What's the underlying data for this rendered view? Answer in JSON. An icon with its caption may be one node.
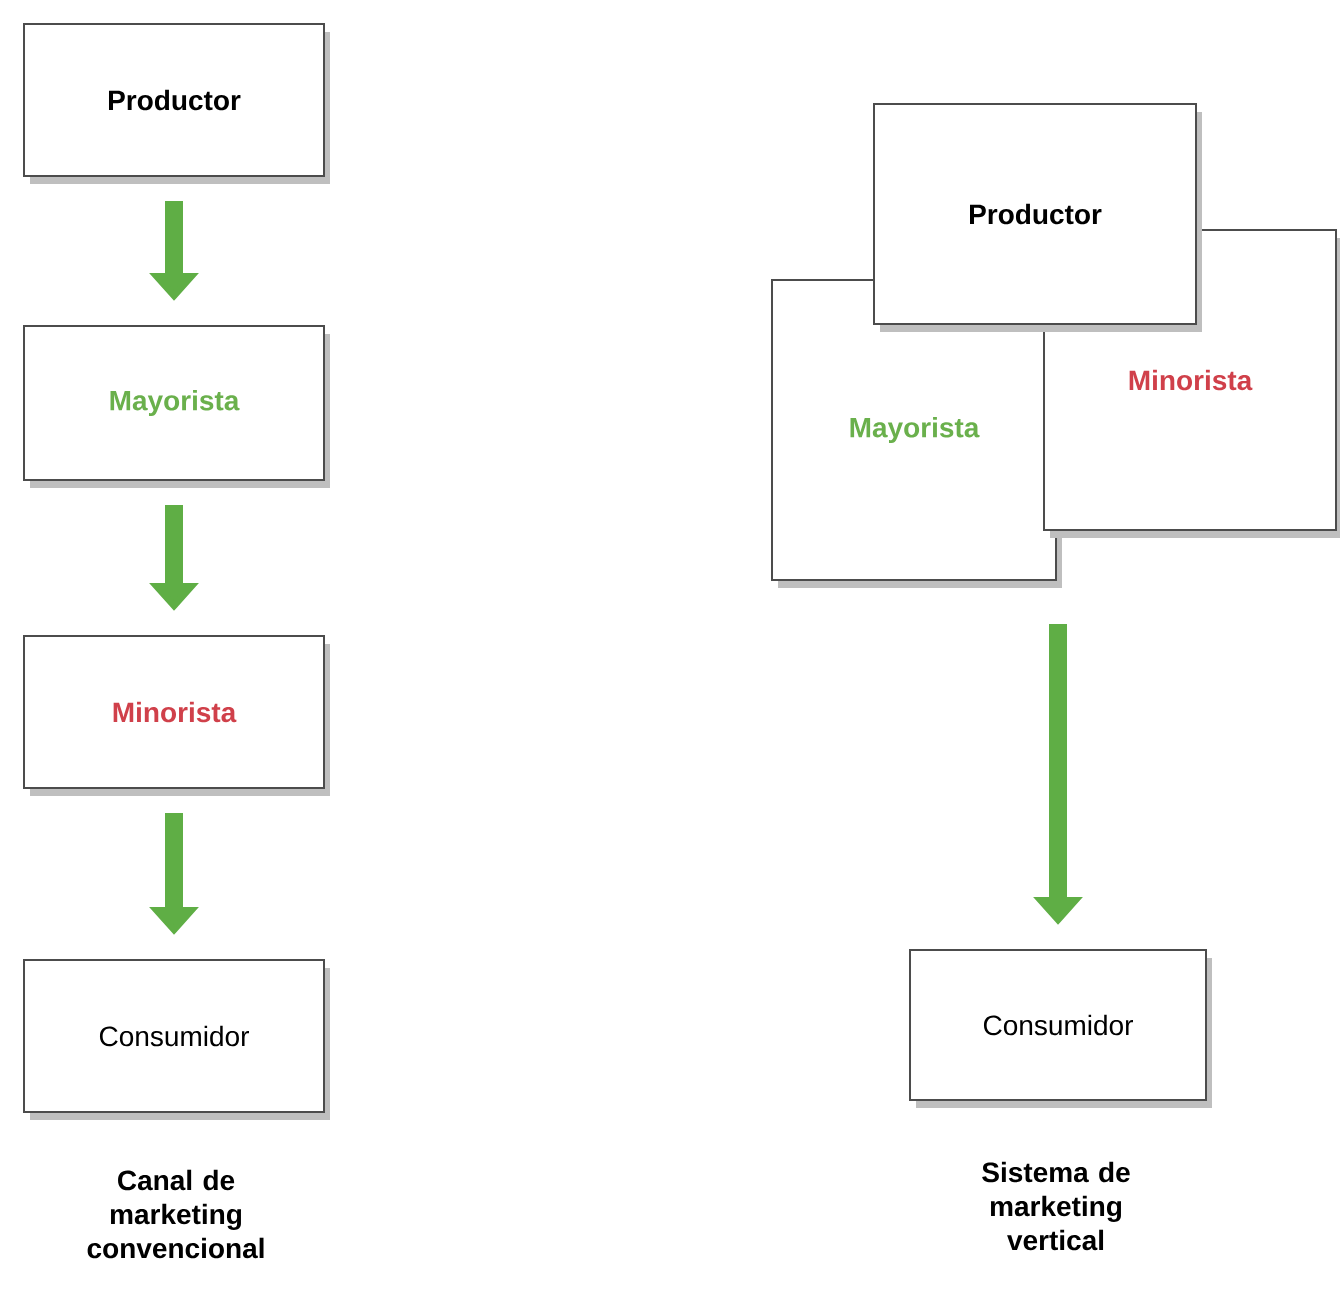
{
  "diagram": {
    "nodes": [
      {
        "text": [
          "Productor"
        ]
      },
      {
        "text": [
          "Mayorista"
        ]
      },
      {
        "text": [
          "Minorista"
        ]
      },
      {
        "text": [
          "Consumidor"
        ]
      },
      {
        "text": [
          "Productor"
        ]
      },
      {
        "text": [
          "Mayorista"
        ]
      },
      {
        "text": [
          "Minorista"
        ]
      },
      {
        "text": [
          "Consumidor"
        ]
      }
    ],
    "edges": [
      {
        "from": 0,
        "to": 1,
        "arrow": "to"
      },
      {
        "from": 1,
        "to": 2,
        "arrow": "to"
      },
      {
        "from": 2,
        "to": 3,
        "arrow": "to"
      },
      {
        "from": null,
        "to": 7,
        "arrow": "to"
      }
    ],
    "labels": [
      "Canal de marketing convencional",
      "Sistema de marketing vertical"
    ]
  }
}
